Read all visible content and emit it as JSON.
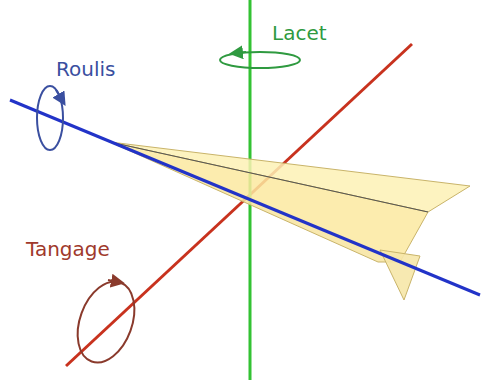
{
  "diagram": {
    "labels": [
      "Roulis",
      "Lacet",
      "Tangage"
    ]
  }
}
